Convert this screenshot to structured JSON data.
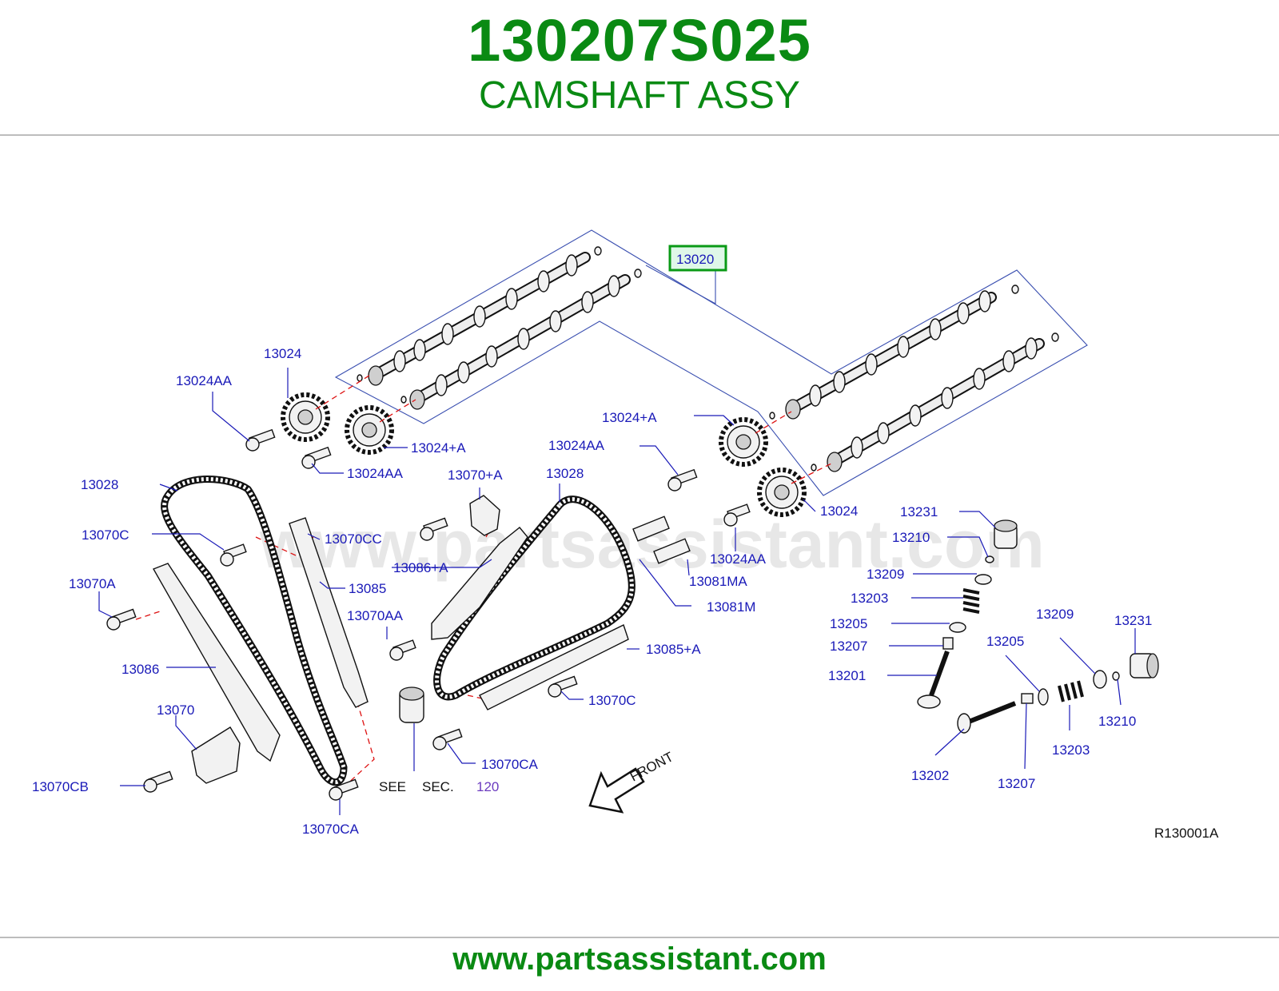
{
  "header": {
    "part_number": "130207S025",
    "part_name": "CAMSHAFT ASSY"
  },
  "diagram": {
    "watermark": "www.partsassistant.com",
    "highlighted_callout": "13020",
    "highlight_color": "#0a9a16",
    "callouts": {
      "c13024_a": "13024",
      "c13024aa_a": "13024AA",
      "c13024a_a": "13024+A",
      "c13024aa_b": "13024AA",
      "c13024a_b": "13024+A",
      "c13024aa_c": "13024AA",
      "c13028_a": "13028",
      "c13028_b": "13028",
      "c13070a_plus": "13070+A",
      "c13024_b": "13024",
      "c13024aa_d": "13024AA",
      "c13070c_a": "13070C",
      "c13070cc": "13070CC",
      "c13086a": "13086+A",
      "c13085": "13085",
      "c13070a": "13070A",
      "c13070aa": "13070AA",
      "c13086": "13086",
      "c13070": "13070",
      "c13070cb": "13070CB",
      "c13070ca_a": "13070CA",
      "c13070ca_b": "13070CA",
      "c13070c_b": "13070C",
      "c13085a": "13085+A",
      "c13081ma": "13081MA",
      "c13081m": "13081M",
      "c13231_a": "13231",
      "c13210_a": "13210",
      "c13209_a": "13209",
      "c13203_a": "13203",
      "c13205_a": "13205",
      "c13207_a": "13207",
      "c13201": "13201",
      "c13209_b": "13209",
      "c13231_b": "13231",
      "c13205_b": "13205",
      "c13210_b": "13210",
      "c13203_b": "13203",
      "c13202": "13202",
      "c13207_b": "13207"
    },
    "see_text": "SEE",
    "sec_text": "SEC.",
    "sec_number": "120",
    "front_label": "FRONT",
    "figure_code": "R130001A"
  },
  "footer": {
    "website": "www.partsassistant.com"
  }
}
